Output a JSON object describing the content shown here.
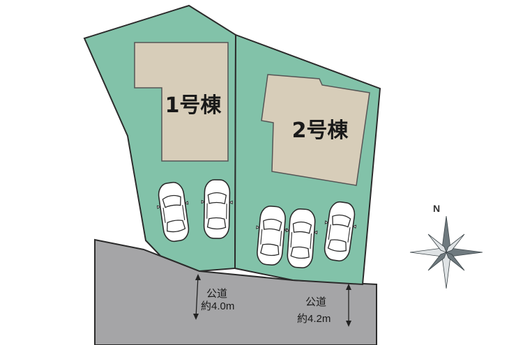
{
  "colors": {
    "lot": "#82c2a9",
    "building": "#d7cdb9",
    "road": "#a5a5a7",
    "outline": "#2b2b2b",
    "car": "#ffffff",
    "compass": "#6f7a7f"
  },
  "buildings": [
    {
      "label": "1号棟"
    },
    {
      "label": "2号棟"
    }
  ],
  "roads": [
    {
      "line1": "公道",
      "line2": "約4.0m"
    },
    {
      "line1": "公道",
      "line2": "約4.2m"
    }
  ],
  "compass": {
    "label": "N",
    "icon": "north-compass-icon"
  },
  "parking": {
    "lot1_cars": 2,
    "lot2_cars": 3,
    "icon": "car-icon"
  }
}
